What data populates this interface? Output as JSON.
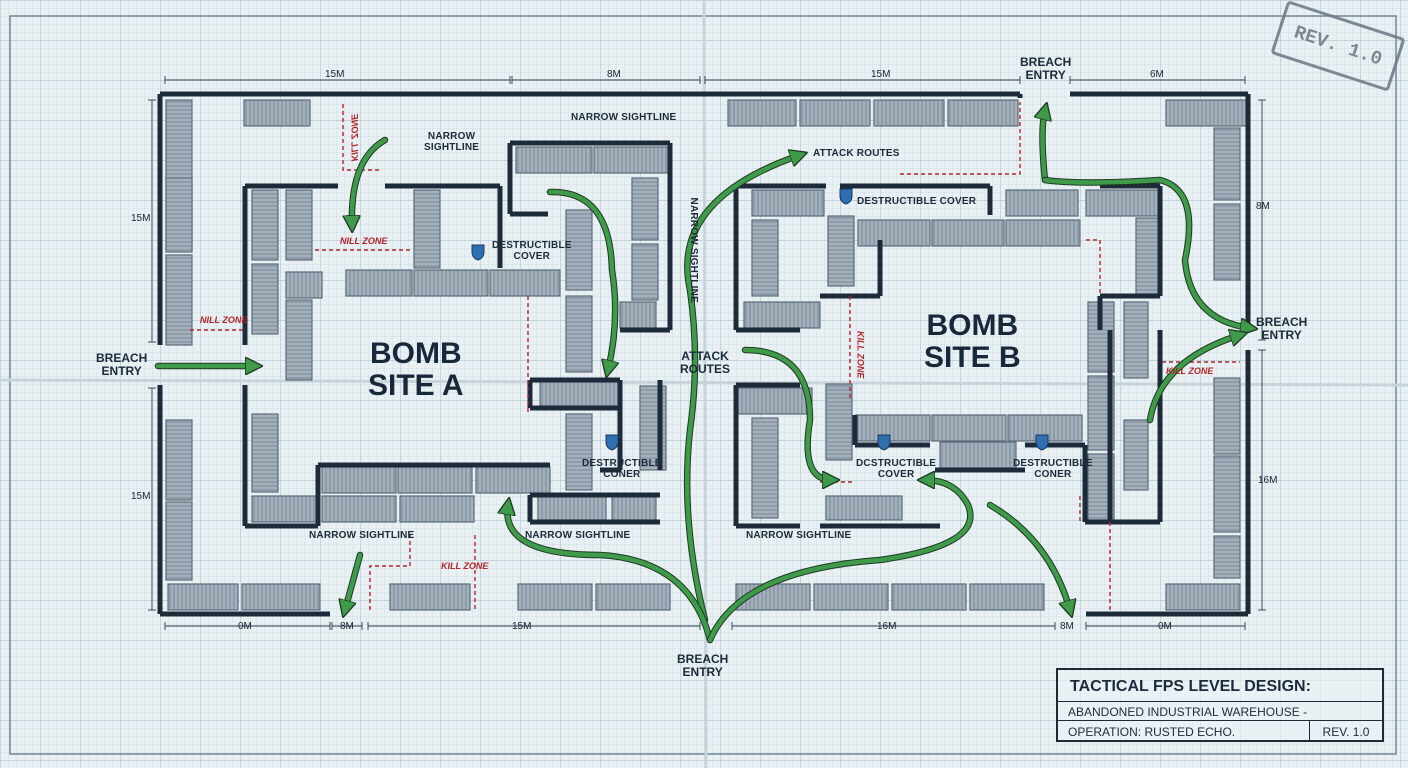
{
  "sites": {
    "a": "BOMB\nSITE A",
    "b": "BOMB\nSITE B"
  },
  "breach": {
    "left": "BREACH\nENTRY",
    "top": "BREACH\nENTRY",
    "right": "BREACH\nENTRY",
    "bottom": "BREACH\nENTRY"
  },
  "labels": {
    "narrow_sightline": "NARROW SIGHTLINE",
    "narrow_sightline_2line": "NARROW\nSIGHTLINE",
    "narrow_sightline_flip": "NARROW SIGHTLINE",
    "destructible_cover": "DESTRUCTIBLE\nCOVER",
    "destructible_cover_1line": "DESTRUCTIBLE COVER",
    "destructible_coner": "DESTRUCTIBLE\nCONER",
    "dcstructible_cover": "DCSTRUCTIBLE\nCOVER",
    "attack_routes": "ATTACK ROUTES",
    "attack_routes_2line": "ATTACK\nROUTES",
    "kill_zone": "KILL ZONE",
    "nill_zone": "NILL ZONE",
    "kill_zone_rot": "KILL ZONE",
    "kill_zone_mirror": "KILL ZONE"
  },
  "dims": {
    "d15m": "15M",
    "d8m": "8M",
    "d6m": "6M",
    "d16m": "16M",
    "d0m": "0M",
    "d0n": "0M",
    "d8m_b": "8M",
    "d15m_side": "15M",
    "d15m_side2": "15M",
    "d8m_right": "8M",
    "d16m_right": "16M"
  },
  "title_block": {
    "title": "TACTICAL FPS LEVEL DESIGN:",
    "subtitle": "ABANDONED INDUSTRIAL WAREHOUSE -",
    "operation": "OPERATION: RUSTED ECHO.",
    "rev": "REV. 1.0"
  },
  "stamp": "REV. 1.0",
  "colors": {
    "wall": "#1c2a3a",
    "cover": "#9aa7b4",
    "arrow": "#3f9a4a",
    "kill": "#b3242a",
    "shield": "#2f6fb0",
    "paper": "#e9f0f3",
    "grid": "#a9c0cc"
  }
}
